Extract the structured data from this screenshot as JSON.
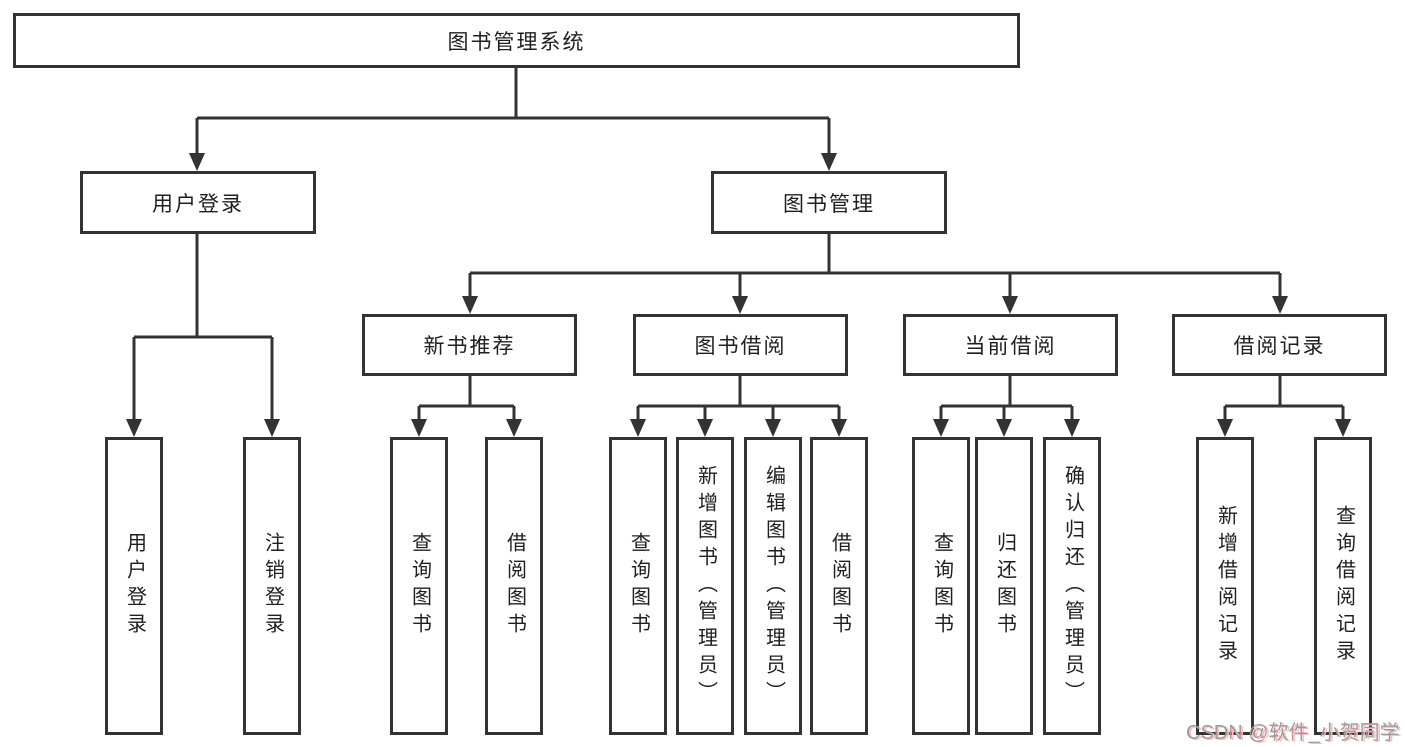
{
  "root": {
    "label": "图书管理系统"
  },
  "level2": [
    {
      "label": "用户登录"
    },
    {
      "label": "图书管理"
    }
  ],
  "level3": [
    {
      "label": "新书推荐"
    },
    {
      "label": "图书借阅"
    },
    {
      "label": "当前借阅"
    },
    {
      "label": "借阅记录"
    }
  ],
  "leaves": [
    {
      "label": "用户登录"
    },
    {
      "label": "注销登录"
    },
    {
      "label": "查询图书"
    },
    {
      "label": "借阅图书"
    },
    {
      "label": "查询图书"
    },
    {
      "label": "新增图书（管理员）"
    },
    {
      "label": "编辑图书（管理员）"
    },
    {
      "label": "借阅图书"
    },
    {
      "label": "查询图书"
    },
    {
      "label": "归还图书"
    },
    {
      "label": "确认归还（管理员）"
    },
    {
      "label": "新增借阅记录"
    },
    {
      "label": "查询借阅记录"
    }
  ],
  "watermark": {
    "text": "CSDN @软件_小贺同学"
  },
  "colors": {
    "line": "#333333",
    "text": "#1f1f1f",
    "background": "#ffffff",
    "watermark": "#9c9c9c",
    "watermark_shadow": "#ffbdbd"
  }
}
